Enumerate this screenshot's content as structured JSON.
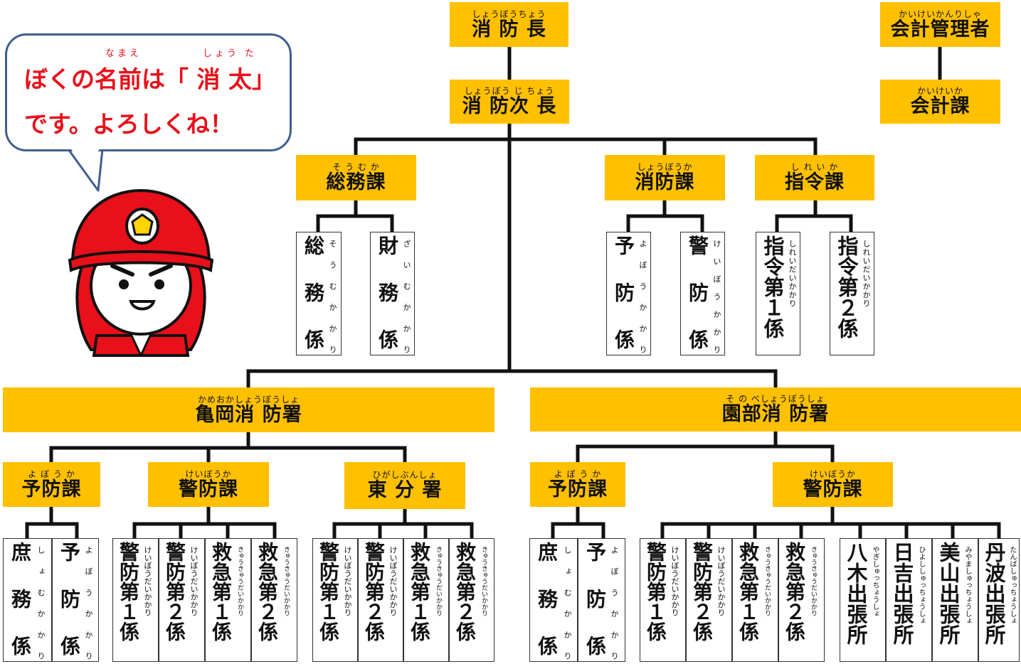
{
  "bubble": {
    "line1": "ぼくの名前は「 消 太」",
    "line2": "です。よろしくね！",
    "ruby_namae": "なまえ",
    "ruby_shouta": "しょう た"
  },
  "top": [
    {
      "id": "chief",
      "ruby": "しょうぼうちょう",
      "name": "消 防 長"
    },
    {
      "id": "deputy",
      "ruby": "しょうぼう じ ちょう",
      "name": "消 防次 長"
    },
    {
      "id": "accountant",
      "ruby": "かいけいかんりしゃ",
      "name": "会計管理者"
    },
    {
      "id": "accounting",
      "ruby": "かいけいか",
      "name": "会計課"
    }
  ],
  "divisions": [
    {
      "id": "soumu",
      "ruby": "そ う む か",
      "name": "総務課"
    },
    {
      "id": "shoubou",
      "ruby": "しょうぼうか",
      "name": "消防課"
    },
    {
      "id": "shirei",
      "ruby": "し れ い か",
      "name": "指令課"
    }
  ],
  "hq_units": [
    {
      "id": "soumu-kakari",
      "name": "総務係",
      "ruby": "そうむかかり"
    },
    {
      "id": "zaimu-kakari",
      "name": "財務係",
      "ruby": "ざいむかかり"
    },
    {
      "id": "yobou-kakari",
      "name": "予防係",
      "ruby": "よぼうかかり"
    },
    {
      "id": "keibou-kakari",
      "name": "警防係",
      "ruby": "けいぼうかかり"
    },
    {
      "id": "shirei1",
      "name": "指令第１係",
      "ruby": "しれいだいかかり"
    },
    {
      "id": "shirei2",
      "name": "指令第２係",
      "ruby": "しれいだいかかり"
    }
  ],
  "stations": [
    {
      "id": "kameoka",
      "ruby": "かめおかしょうぼうしょ",
      "name": "亀岡消 防署"
    },
    {
      "id": "sonobe",
      "ruby": "そ の べしょうぼうしょ",
      "name": "園部消 防署"
    }
  ],
  "station_sections": [
    {
      "id": "k-yobou",
      "ruby": "よ ぼ う か",
      "name": "予防課"
    },
    {
      "id": "k-keibou",
      "ruby": "けいぼうか",
      "name": "警防課"
    },
    {
      "id": "k-higashi",
      "ruby": "ひがしぶんしょ",
      "name": "東 分 署"
    },
    {
      "id": "s-yobou",
      "ruby": "よ ぼ う か",
      "name": "予防課"
    },
    {
      "id": "s-keibou",
      "ruby": "けいぼうか",
      "name": "警防課"
    }
  ],
  "station_units": [
    {
      "id": "k-shomu",
      "name": "庶務係",
      "ruby": "しょむかかり"
    },
    {
      "id": "k-yobou-k",
      "name": "予防係",
      "ruby": "よぼうかかり"
    },
    {
      "id": "k-keibou1",
      "name": "警防第１係",
      "ruby": "けいぼうだいかかり"
    },
    {
      "id": "k-keibou2",
      "name": "警防第２係",
      "ruby": "けいぼうだいかかり"
    },
    {
      "id": "k-kyukyu1",
      "name": "救急第１係",
      "ruby": "きゅうきゅうだいかかり"
    },
    {
      "id": "k-kyukyu2",
      "name": "救急第２係",
      "ruby": "きゅうきゅうだいかかり"
    },
    {
      "id": "h-keibou1",
      "name": "警防第１係",
      "ruby": "けいぼうだいかかり"
    },
    {
      "id": "h-keibou2",
      "name": "警防第２係",
      "ruby": "けいぼうだいかかり"
    },
    {
      "id": "h-kyukyu1",
      "name": "救急第１係",
      "ruby": "きゅうきゅうだいかかり"
    },
    {
      "id": "h-kyukyu2",
      "name": "救急第２係",
      "ruby": "きゅうきゅうだいかかり"
    },
    {
      "id": "s-shomu",
      "name": "庶務係",
      "ruby": "しょむかかり"
    },
    {
      "id": "s-yobou-k",
      "name": "予防係",
      "ruby": "よぼうかかり"
    },
    {
      "id": "s-keibou1",
      "name": "警防第１係",
      "ruby": "けいぼうだいかかり"
    },
    {
      "id": "s-keibou2",
      "name": "警防第２係",
      "ruby": "けいぼうだいかかり"
    },
    {
      "id": "s-kyukyu1",
      "name": "救急第１係",
      "ruby": "きゅうきゅうだいかかり"
    },
    {
      "id": "s-kyukyu2",
      "name": "救急第２係",
      "ruby": "きゅうきゅうだいかかり"
    },
    {
      "id": "yagi",
      "name": "八木出張所",
      "ruby": "やぎしゅっちょうしょ"
    },
    {
      "id": "hiyoshi",
      "name": "日吉出張所",
      "ruby": "ひよししゅっちょうしょ"
    },
    {
      "id": "miyama",
      "name": "美山出張所",
      "ruby": "みやましゅっちょうしょ"
    },
    {
      "id": "tanba",
      "name": "丹波出張所",
      "ruby": "たんばしゅっちょうしょ"
    }
  ],
  "colors": {
    "box": "#ffc000",
    "line": "#111111",
    "bubble_text": "#e8101a",
    "bubble_border": "#3f5f8f",
    "helmet": "#e8101a"
  },
  "icons": [
    "firefighter-mascot-icon",
    "speech-bubble"
  ]
}
